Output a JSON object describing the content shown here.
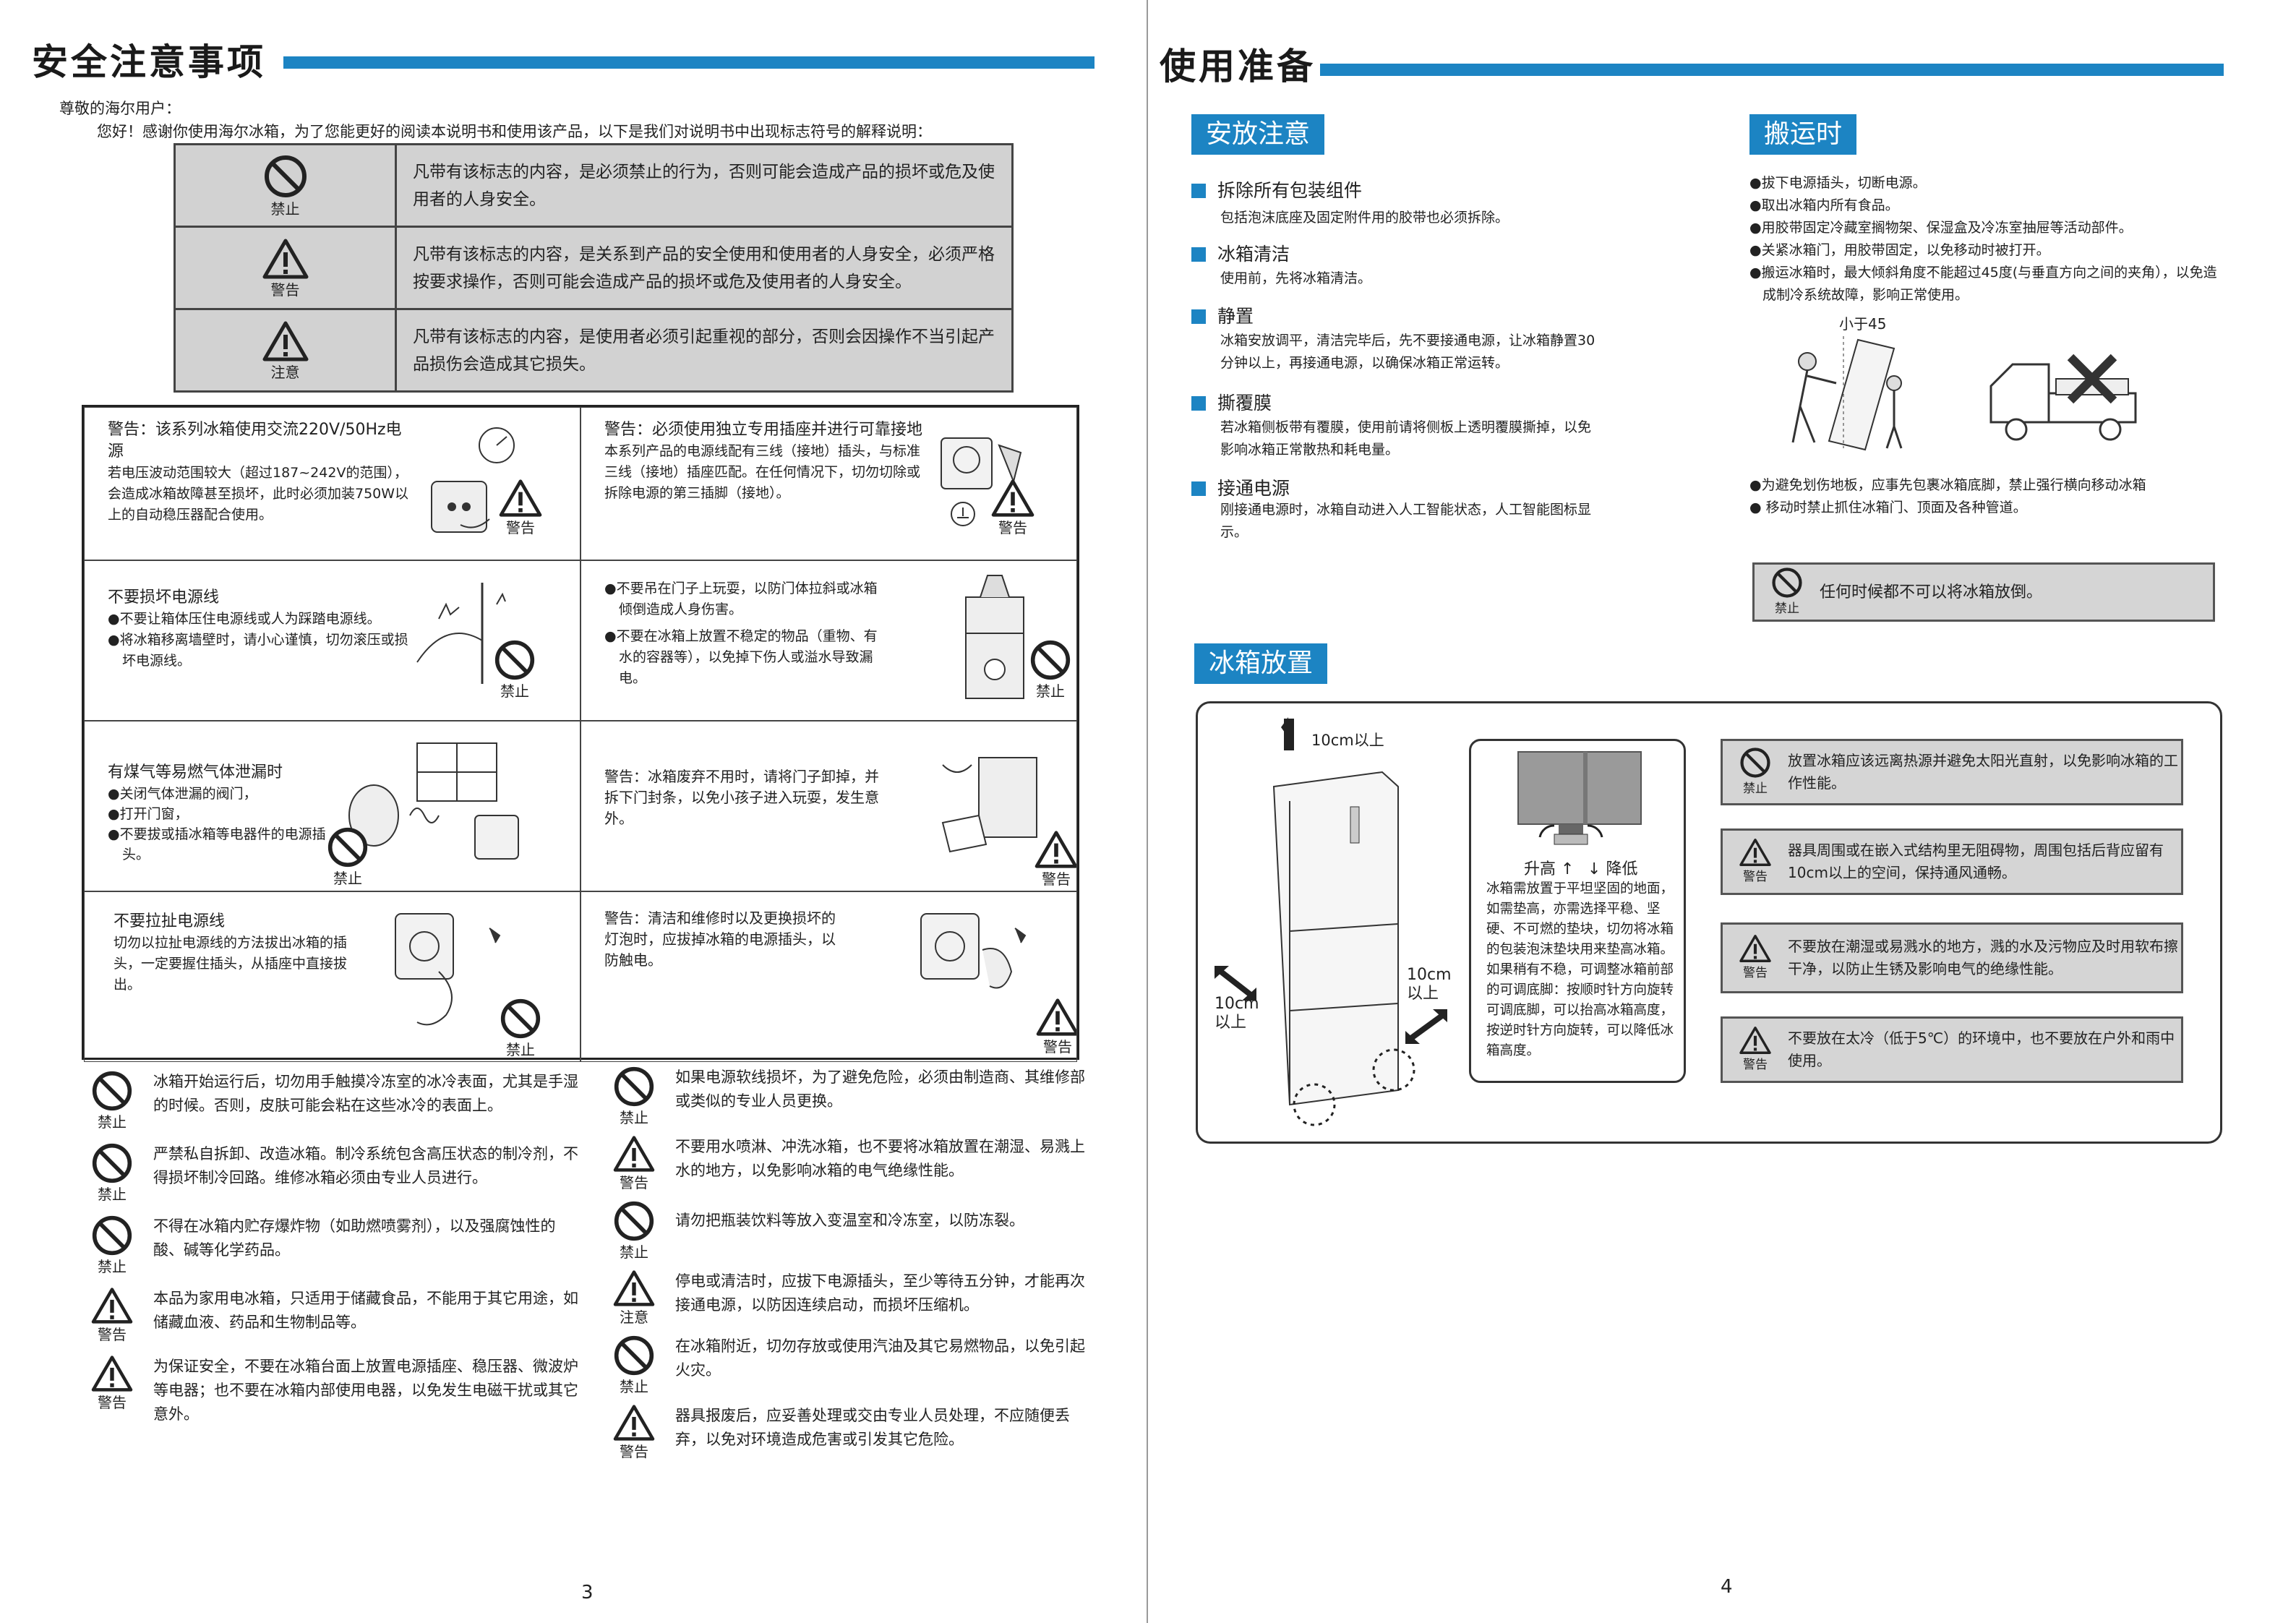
{
  "left_page": {
    "title": "安全注意事项",
    "greeting_line1": "尊敬的海尔用户：",
    "greeting_line2": "您好！感谢你使用海尔冰箱，为了您能更好的阅读本说明书和使用该产品，以下是我们对说明书中出现标志符号的解释说明：",
    "symbols": [
      {
        "label": "禁止",
        "icon": "prohibit-icon",
        "text": "凡带有该标志的内容，是必须禁止的行为，否则可能会造成产品的损坏或危及使用者的人身安全。"
      },
      {
        "label": "警告",
        "icon": "warning-icon",
        "text": "凡带有该标志的内容，是关系到产品的安全使用和使用者的人身安全，必须严格按要求操作，否则可能会造成产品的损坏或危及使用者的人身安全。"
      },
      {
        "label": "注意",
        "icon": "caution-icon",
        "text": "凡带有该标志的内容，是使用者必须引起重视的部分，否则会因操作不当引起产品损伤会造成其它损失。"
      }
    ],
    "grid": [
      {
        "title": "警告：该系列冰箱使用交流220V/50Hz电源",
        "body": "若电压波动范围较大（超过187~242V的范围），会造成冰箱故障甚至损坏，此时必须加装750W以上的自动稳压器配合使用。",
        "label": "警告",
        "icon": "warning-icon"
      },
      {
        "title": "警告：必须使用独立专用插座并进行可靠接地",
        "body": "本系列产品的电源线配有三线（接地）插头，与标准三线（接地）插座匹配。在任何情况下，切勿切除或拆除电源的第三插脚（接地）。",
        "label": "警告",
        "icon": "warning-icon"
      },
      {
        "title": "不要损坏电源线",
        "bullets": [
          "不要让箱体压住电源线或人为踩踏电源线。",
          "将冰箱移离墙壁时，请小心谨慎，切勿滚压或损坏电源线。"
        ],
        "label": "禁止",
        "icon": "prohibit-icon"
      },
      {
        "title": "",
        "bullets": [
          "不要吊在门子上玩耍，以防门体拉斜或冰箱倾倒造成人身伤害。",
          "不要在冰箱上放置不稳定的物品（重物、有水的容器等），以免掉下伤人或溢水导致漏电。"
        ],
        "label": "禁止",
        "icon": "prohibit-icon"
      },
      {
        "title": "有煤气等易燃气体泄漏时",
        "bullets": [
          "关闭气体泄漏的阀门，",
          "打开门窗，",
          "不要拔或插冰箱等电器件的电源插头。"
        ],
        "label": "禁止",
        "icon": "prohibit-icon"
      },
      {
        "title": "",
        "body": "警告：冰箱废弃不用时，请将门子卸掉，并拆下门封条，以免小孩子进入玩耍，发生意外。",
        "label": "警告",
        "icon": "warning-icon"
      },
      {
        "title": "不要拉扯电源线",
        "body": "切勿以拉扯电源线的方法拔出冰箱的插头，一定要握住插头，从插座中直接拔出。",
        "label": "禁止",
        "icon": "prohibit-icon"
      },
      {
        "title": "",
        "body": "警告：清洁和维修时以及更换损坏的灯泡时，应拔掉冰箱的电源插头，以防触电。",
        "label": "警告",
        "icon": "warning-icon"
      }
    ],
    "list_left": [
      {
        "label": "禁止",
        "icon": "prohibit-icon",
        "text": "冰箱开始运行后，切勿用手触摸冷冻室的冰冷表面，尤其是手湿的时候。否则，皮肤可能会粘在这些冰冷的表面上。"
      },
      {
        "label": "禁止",
        "icon": "prohibit-icon",
        "text": "严禁私自拆卸、改造冰箱。制冷系统包含高压状态的制冷剂，不得损坏制冷回路。维修冰箱必须由专业人员进行。"
      },
      {
        "label": "禁止",
        "icon": "prohibit-icon",
        "text": "不得在冰箱内贮存爆炸物（如助燃喷雾剂），以及强腐蚀性的酸、碱等化学药品。"
      },
      {
        "label": "警告",
        "icon": "warning-icon",
        "text": "本品为家用电冰箱，只适用于储藏食品，不能用于其它用途，如储藏血液、药品和生物制品等。"
      },
      {
        "label": "警告",
        "icon": "warning-icon",
        "text": "为保证安全，不要在冰箱台面上放置电源插座、稳压器、微波炉等电器；也不要在冰箱内部使用电器，以免发生电磁干扰或其它意外。"
      }
    ],
    "list_right": [
      {
        "label": "禁止",
        "icon": "prohibit-icon",
        "text": "如果电源软线损坏，为了避免危险，必须由制造商、其维修部或类似的专业人员更换。"
      },
      {
        "label": "警告",
        "icon": "warning-icon",
        "text": "不要用水喷淋、冲洗冰箱，也不要将冰箱放置在潮湿、易溅上水的地方，以免影响冰箱的电气绝缘性能。"
      },
      {
        "label": "禁止",
        "icon": "prohibit-icon",
        "text": "请勿把瓶装饮料等放入变温室和冷冻室，以防冻裂。"
      },
      {
        "label": "注意",
        "icon": "caution-icon",
        "text": "停电或清洁时，应拔下电源插头，至少等待五分钟，才能再次接通电源，以防因连续启动，而损坏压缩机。"
      },
      {
        "label": "禁止",
        "icon": "prohibit-icon",
        "text": "在冰箱附近，切勿存放或使用汽油及其它易燃物品，以免引起火灾。"
      },
      {
        "label": "警告",
        "icon": "warning-icon",
        "text": "器具报废后，应妥善处理或交由专业人员处理，不应随便丢弃，以免对环境造成危害或引发其它危险。"
      }
    ],
    "page_number": "3"
  },
  "right_page": {
    "title": "使用准备",
    "placement_label": "安放注意",
    "placement_items": [
      {
        "title": "拆除所有包装组件",
        "desc": "包括泡沫底座及固定附件用的胶带也必须拆除。"
      },
      {
        "title": "冰箱清洁",
        "desc": "使用前，先将冰箱清洁。"
      },
      {
        "title": "静置",
        "desc": "冰箱安放调平，清洁完毕后，先不要接通电源，让冰箱静置30分钟以上，再接通电源，以确保冰箱正常运转。"
      },
      {
        "title": "撕覆膜",
        "desc": "若冰箱侧板带有覆膜，使用前请将侧板上透明覆膜撕掉，以免影响冰箱正常散热和耗电量。"
      },
      {
        "title": "接通电源",
        "desc": "刚接通电源时，冰箱自动进入人工智能状态，人工智能图标显示。"
      }
    ],
    "transport_label": "搬运时",
    "transport_items": [
      "●拔下电源插头，切断电源。",
      "●取出冰箱内所有食品。",
      "●用胶带固定冷藏室搁物架、保湿盒及冷冻室抽屉等活动部件。",
      "●关紧冰箱门，用胶带固定，以免移动时被打开。",
      "●搬运冰箱时，最大倾斜角度不能超过45度(与垂直方向之间的夹角），以免造成制冷系统故障，影响正常使用。"
    ],
    "tilt_label": "小于45",
    "transport_items2": [
      "●为避免划伤地板，应事先包裹冰箱底脚，禁止强行横向移动冰箱",
      "● 移动时禁止抓住冰箱门、顶面及各种管道。"
    ],
    "never_invert": {
      "label": "禁止",
      "icon": "prohibit-icon",
      "text": "任何时候都不可以将冰箱放倒。"
    },
    "location_label": "冰箱放置",
    "dim_top": "10cm以上",
    "dim_left": "10cm\n以上",
    "dim_right": "10cm\n以上",
    "raise_label": "升高",
    "lower_label": "降低",
    "leveling_text": "冰箱需放置于平坦坚固的地面，如需垫高，亦需选择平稳、坚硬、不可燃的垫块，切勿将冰箱的包装泡沫垫块用来垫高冰箱。如果稍有不稳，可调整冰箱前部的可调底脚：按顺时针方向旋转可调底脚，可以抬高冰箱高度，按逆时针方向旋转，可以降低冰箱高度。",
    "location_items": [
      {
        "label": "禁止",
        "icon": "prohibit-icon",
        "text": "放置冰箱应该远离热源并避免太阳光直射，以免影响冰箱的工作性能。"
      },
      {
        "label": "警告",
        "icon": "warning-icon",
        "text": "器具周围或在嵌入式结构里无阻碍物，周围包括后背应留有10cm以上的空间，保持通风通畅。"
      },
      {
        "label": "警告",
        "icon": "warning-icon",
        "text": "不要放在潮湿或易溅水的地方，溅的水及污物应及时用软布擦干净，以防止生锈及影响电气的绝缘性能。"
      },
      {
        "label": "警告",
        "icon": "warning-icon",
        "text": "不要放在太冷（低于5℃）的环境中，也不要放在户外和雨中使用。"
      }
    ],
    "page_number": "4"
  }
}
